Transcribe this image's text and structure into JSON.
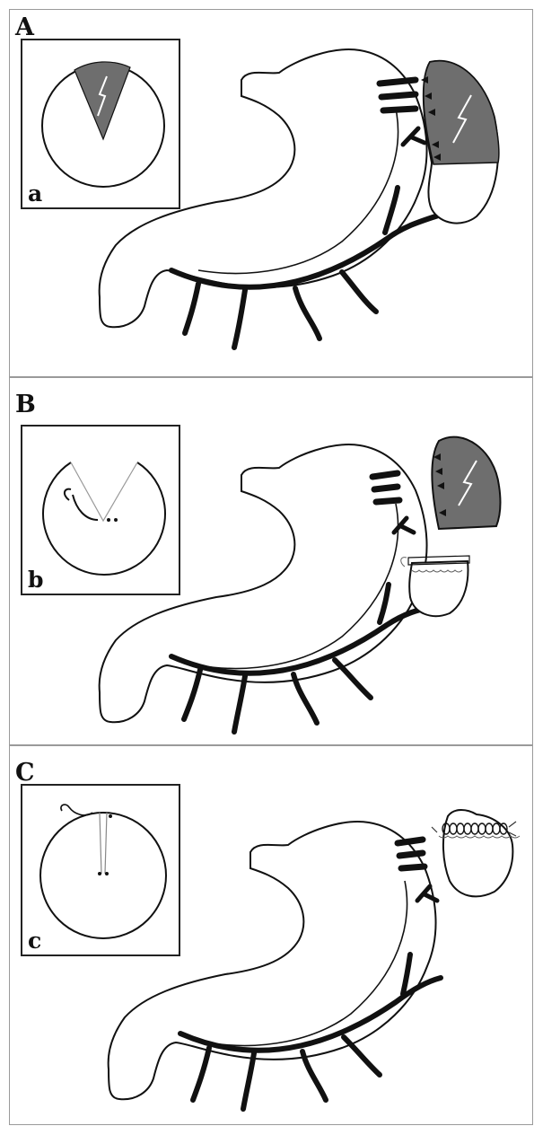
{
  "panels": [
    {
      "label": "A",
      "inset_label": "a"
    },
    {
      "label": "B",
      "inset_label": "b"
    },
    {
      "label": "C",
      "inset_label": "c"
    }
  ],
  "colors": {
    "outline": "#111111",
    "vessel": "#111111",
    "shaded_tissue": "#6e6e6e",
    "panel_border": "#9a9a9a"
  }
}
